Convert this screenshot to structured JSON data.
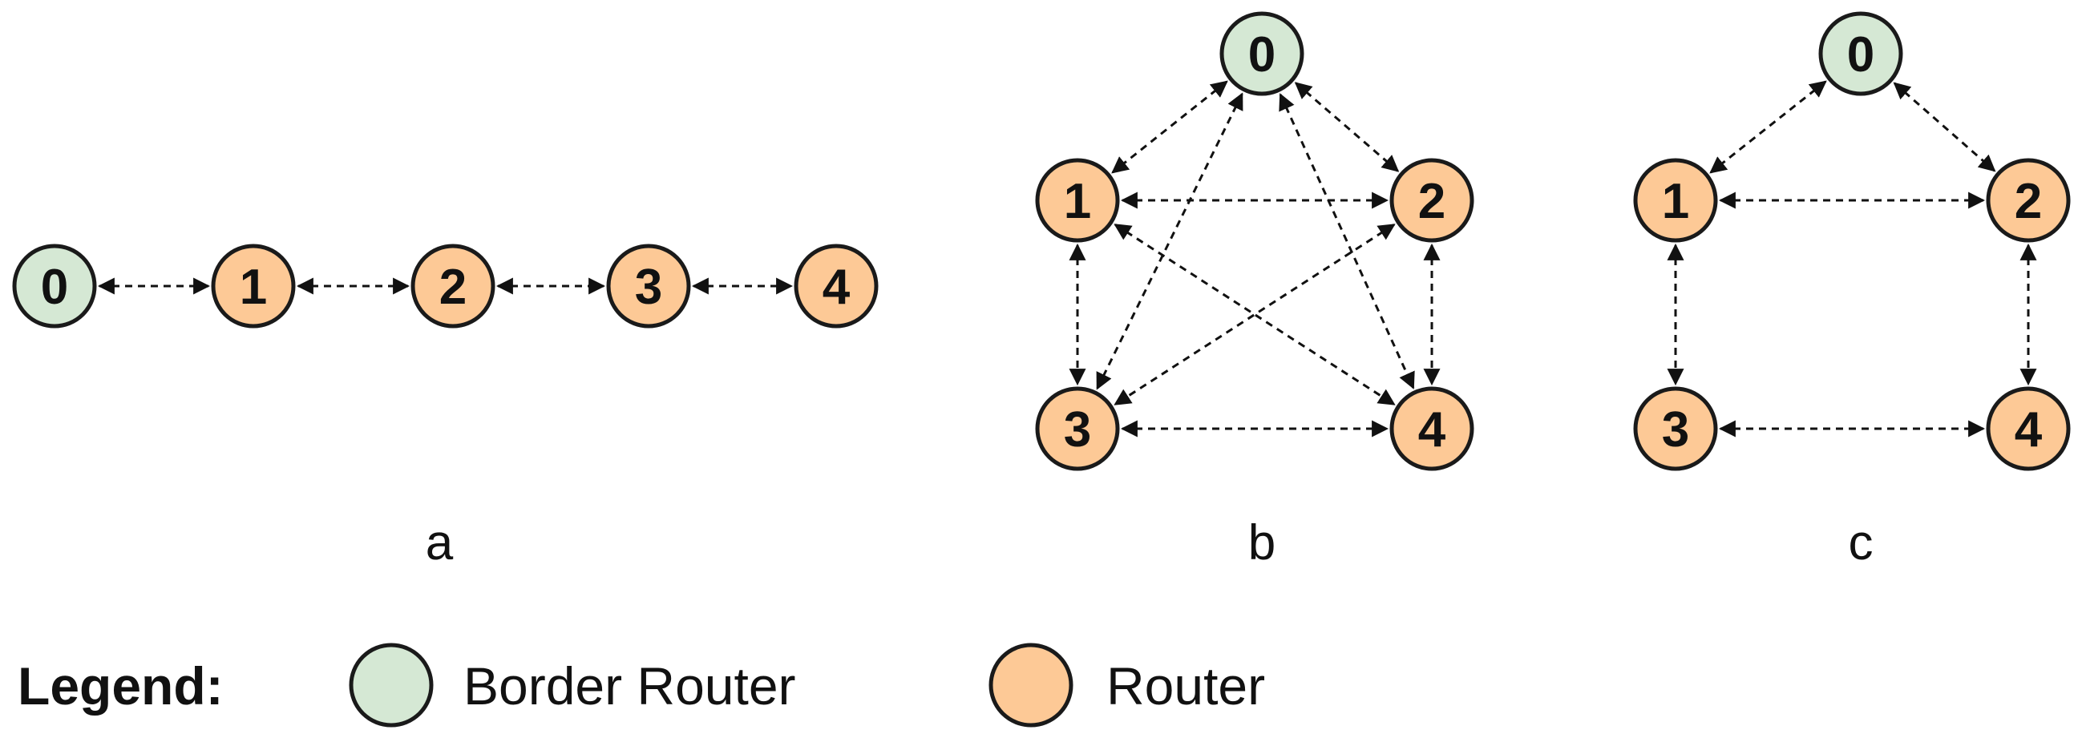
{
  "colors": {
    "border_router_fill": "#d5e8d4",
    "router_fill": "#fdc996",
    "stroke": "#1a1a1a"
  },
  "panels": [
    {
      "label": "a",
      "nodes": [
        {
          "id": "0",
          "label": "0",
          "type": "border"
        },
        {
          "id": "1",
          "label": "1",
          "type": "router"
        },
        {
          "id": "2",
          "label": "2",
          "type": "router"
        },
        {
          "id": "3",
          "label": "3",
          "type": "router"
        },
        {
          "id": "4",
          "label": "4",
          "type": "router"
        }
      ],
      "edges": [
        [
          "0",
          "1"
        ],
        [
          "1",
          "2"
        ],
        [
          "2",
          "3"
        ],
        [
          "3",
          "4"
        ]
      ]
    },
    {
      "label": "b",
      "nodes": [
        {
          "id": "0",
          "label": "0",
          "type": "border"
        },
        {
          "id": "1",
          "label": "1",
          "type": "router"
        },
        {
          "id": "2",
          "label": "2",
          "type": "router"
        },
        {
          "id": "3",
          "label": "3",
          "type": "router"
        },
        {
          "id": "4",
          "label": "4",
          "type": "router"
        }
      ],
      "edges": [
        [
          "0",
          "1"
        ],
        [
          "0",
          "2"
        ],
        [
          "0",
          "3"
        ],
        [
          "0",
          "4"
        ],
        [
          "1",
          "2"
        ],
        [
          "1",
          "3"
        ],
        [
          "1",
          "4"
        ],
        [
          "2",
          "3"
        ],
        [
          "2",
          "4"
        ],
        [
          "3",
          "4"
        ]
      ]
    },
    {
      "label": "c",
      "nodes": [
        {
          "id": "0",
          "label": "0",
          "type": "border"
        },
        {
          "id": "1",
          "label": "1",
          "type": "router"
        },
        {
          "id": "2",
          "label": "2",
          "type": "router"
        },
        {
          "id": "3",
          "label": "3",
          "type": "router"
        },
        {
          "id": "4",
          "label": "4",
          "type": "router"
        }
      ],
      "edges": [
        [
          "0",
          "1"
        ],
        [
          "0",
          "2"
        ],
        [
          "1",
          "2"
        ],
        [
          "1",
          "3"
        ],
        [
          "2",
          "4"
        ],
        [
          "3",
          "4"
        ]
      ]
    }
  ],
  "legend": {
    "title": "Legend:",
    "items": [
      {
        "label": "Border Router",
        "type": "border"
      },
      {
        "label": "Router",
        "type": "router"
      }
    ]
  }
}
